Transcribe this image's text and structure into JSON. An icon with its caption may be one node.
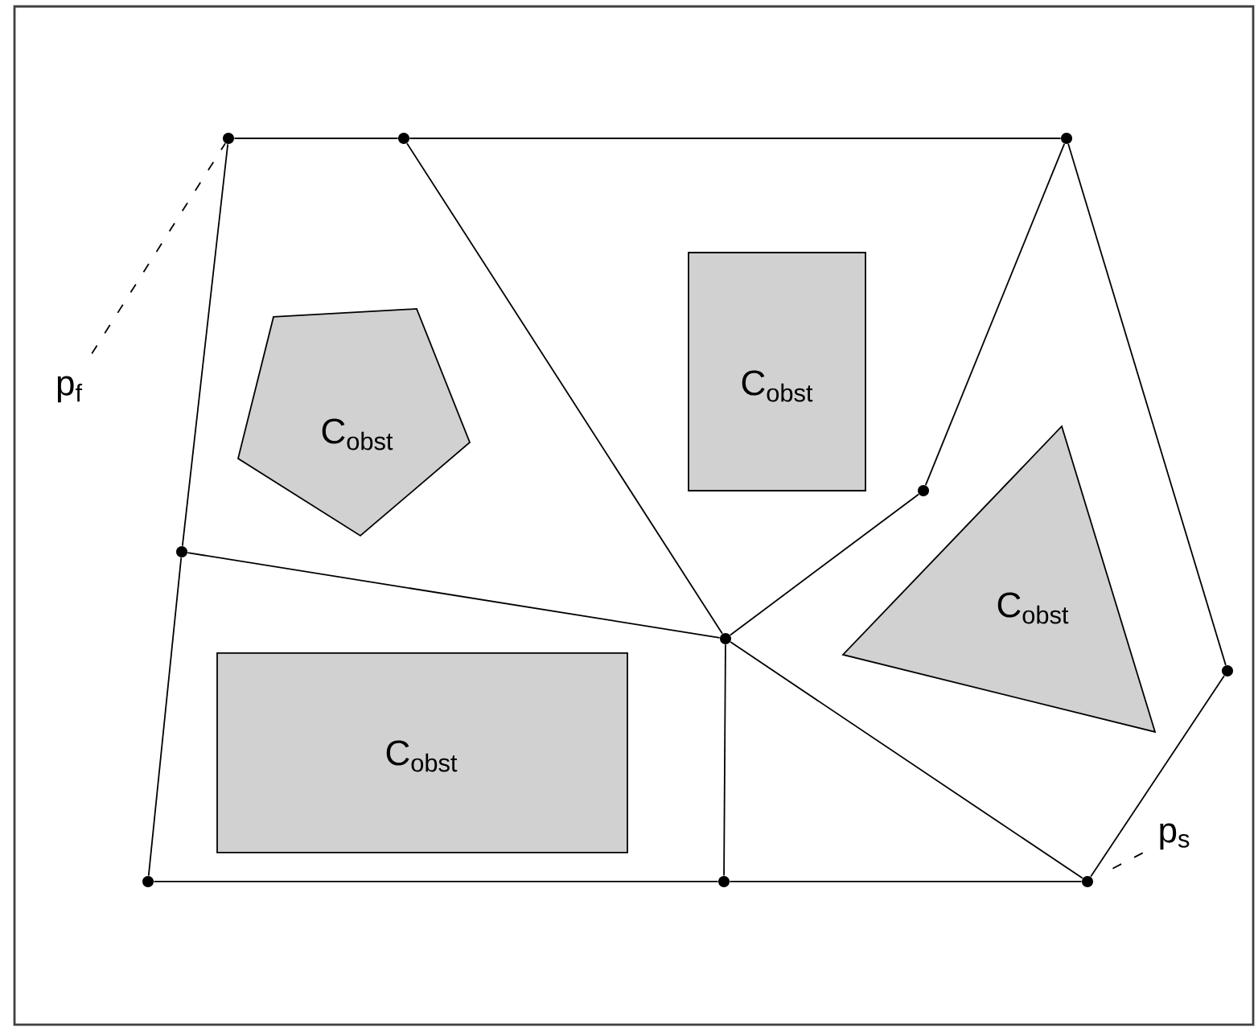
{
  "diagram": {
    "nodes": [
      {
        "text": [
          "C$_{obst}$"
        ]
      },
      {
        "text": [
          "C$_{obst}$"
        ]
      },
      {
        "text": [
          "C$_{obst}$"
        ]
      },
      {
        "text": [
          "C$_{obst}$"
        ]
      },
      {
        "text": [
          "p$_{f}$"
        ]
      },
      {
        "text": [
          "p$_{s}$"
        ]
      },
      {
        "text": [],
        "shape": "circle"
      },
      {
        "text": [],
        "shape": "circle"
      },
      {
        "text": [],
        "shape": "circle"
      },
      {
        "text": [],
        "shape": "circle"
      },
      {
        "text": [],
        "shape": "circle"
      },
      {
        "text": [],
        "shape": "circle"
      },
      {
        "text": [],
        "shape": "circle"
      },
      {
        "text": [],
        "shape": "circle"
      },
      {
        "text": [],
        "shape": "circle"
      },
      {
        "text": [],
        "shape": "circle"
      }
    ],
    "edges": [
      {
        "from": 4,
        "to": 6,
        "arrow": "none",
        "style": "dashed"
      },
      {
        "from": 6,
        "to": 7,
        "arrow": "none"
      },
      {
        "from": 7,
        "to": 8,
        "arrow": "none"
      },
      {
        "from": 6,
        "to": 10,
        "arrow": "none"
      },
      {
        "from": 7,
        "to": 11,
        "arrow": "none"
      },
      {
        "from": 8,
        "to": 9,
        "arrow": "none"
      },
      {
        "from": 8,
        "to": 12,
        "arrow": "none"
      },
      {
        "from": 9,
        "to": 11,
        "arrow": "none"
      },
      {
        "from": 10,
        "to": 11,
        "arrow": "none"
      },
      {
        "from": 10,
        "to": 13,
        "arrow": "none"
      },
      {
        "from": 11,
        "to": 14,
        "arrow": "none"
      },
      {
        "from": 11,
        "to": 15,
        "arrow": "none"
      },
      {
        "from": 12,
        "to": 15,
        "arrow": "none"
      },
      {
        "from": 13,
        "to": 14,
        "arrow": "none"
      },
      {
        "from": 14,
        "to": 15,
        "arrow": "none"
      },
      {
        "from": 15,
        "to": 5,
        "arrow": "none",
        "style": "dashed"
      }
    ]
  }
}
